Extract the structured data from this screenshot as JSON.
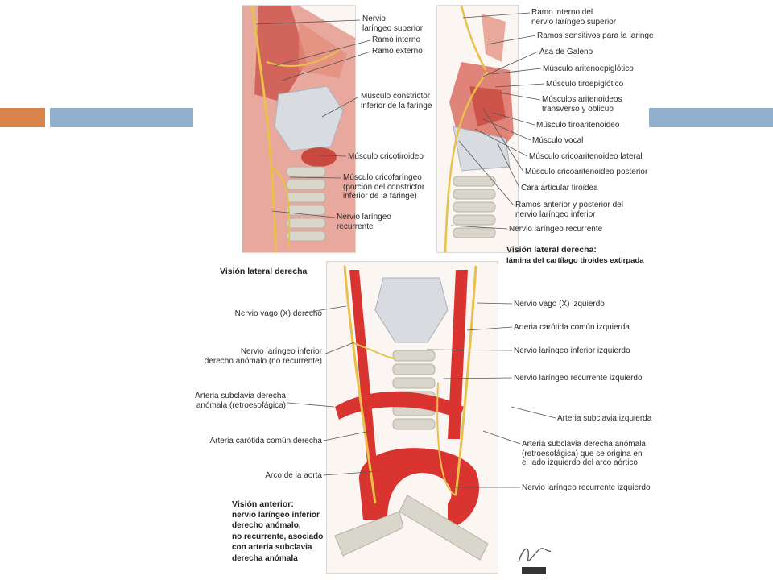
{
  "slide": {
    "bands": {
      "orange": "#d8834a",
      "blue": "#93b1cf"
    }
  },
  "top_left": {
    "labels": [
      "Nervio\nlaríngeo superior",
      "Ramo interno",
      "Ramo externo",
      "Músculo constrictor\ninferior de la faringe",
      "Músculo cricotiroideo",
      "Músculo cricofaríngeo\n(porción del constrictor\ninferior de la faringe)",
      "Nervio laríngeo\nrecurrente"
    ],
    "caption": "Visión lateral derecha"
  },
  "top_right": {
    "labels": [
      "Ramo interno del\nnervio laríngeo superior",
      "Ramos sensitivos para la laringe",
      "Asa de Galeno",
      "Músculo aritenoepiglótico",
      "Músculo tiroepiglótico",
      "Músculos aritenoideos\ntransverso y oblicuo",
      "Músculo tiroaritenoideo",
      "Músculo vocal",
      "Músculo cricoaritenoideo lateral",
      "Músculo cricoaritenoideo posterior",
      "Cara articular tiroidea",
      "Ramos anterior y posterior del\nnervio laríngeo inferior",
      "Nervio laríngeo recurrente"
    ],
    "caption_title": "Visión lateral derecha:",
    "caption_sub": "lámina del cartílago tiroides extirpada"
  },
  "bottom": {
    "left_labels": [
      "Nervio vago (X) derecho",
      "Nervio laríngeo inferior\nderecho anómalo (no recurrente)",
      "Arteria subclavia derecha\nanómala (retroesofágica)",
      "Arteria carótida común derecha",
      "Arco de la aorta"
    ],
    "right_labels": [
      "Nervio vago (X) izquierdo",
      "Arteria carótida común izquierda",
      "Nervio laríngeo inferior izquierdo",
      "Nervio laríngeo recurrente izquierdo",
      "Arteria subclavia izquierda",
      "Arteria subclavia derecha anómala\n(retroesofágica) que se origina en\nel lado izquierdo del arco aórtico",
      "Nervio laríngeo recurrente izquierdo"
    ],
    "caption_title": "Visión anterior:",
    "caption_body": "nervio laríngeo inferior\nderecho anómalo,\nno recurrente, asociado\ncon arteria subclavia\nderecha anómala"
  },
  "colors": {
    "artery": "#d9342f",
    "nerve": "#e8c14a",
    "muscle": "#d9685a",
    "cartilage": "#d8dbe0",
    "trachea": "#d9d6cc"
  },
  "icons": [
    "netter-signature-icon"
  ]
}
